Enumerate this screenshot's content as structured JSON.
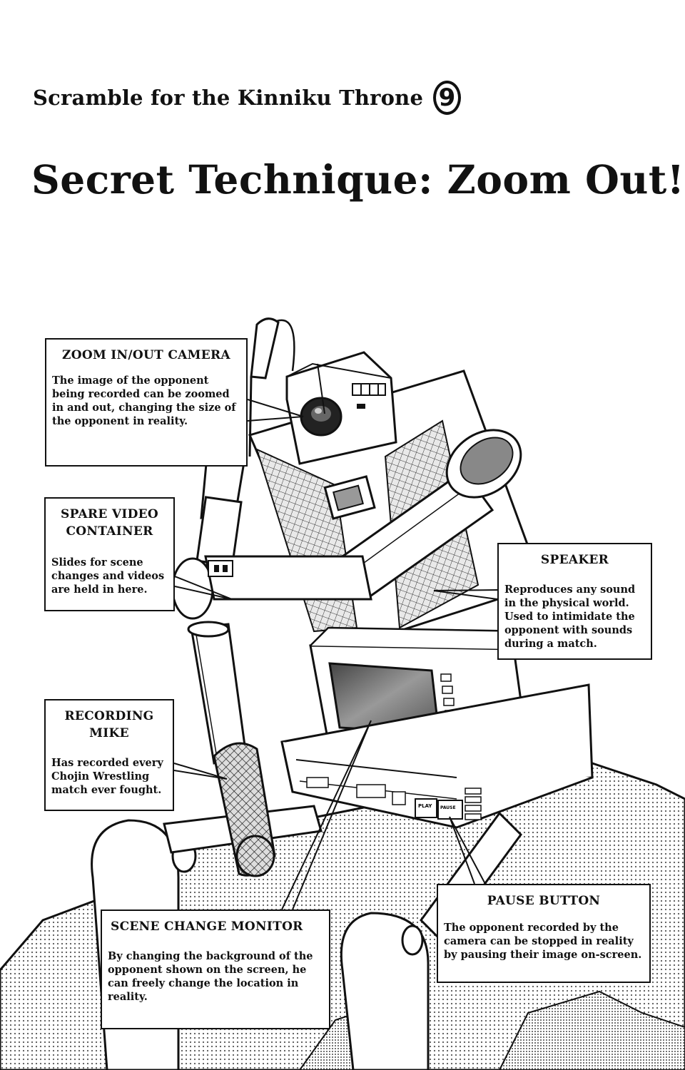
{
  "header": {
    "series_title": "Scramble for the Kinniku Throne",
    "chapter_number": "9",
    "chapter_title": "Secret Technique: Zoom Out!"
  },
  "callouts": [
    {
      "heading": "ZOOM IN/OUT CAMERA",
      "body": "The image of the opponent being recorded can be zoomed in and out, changing the size of the opponent in reality."
    },
    {
      "heading": "SPARE VIDEO CONTAINER",
      "body": "Slides for scene changes and videos are held in here."
    },
    {
      "heading": "SPEAKER",
      "body": "Reproduces any sound in the physical world. Used to intimidate the opponent with sounds during a match."
    },
    {
      "heading": "RECORDING MIKE",
      "body": "Has recorded every Chojin Wrestling match ever fought."
    },
    {
      "heading": "SCENE CHANGE MONITOR",
      "body": "By changing the background of the opponent shown on the screen, he can freely change the location in reality."
    },
    {
      "heading": "PAUSE BUTTON",
      "body": "The opponent recorded by the camera can be stopped in reality by pausing their image on-screen."
    }
  ],
  "device_labels": {
    "play": "PLAY",
    "pause": "PAUSE"
  },
  "colors": {
    "ink": "#111111",
    "paper": "#ffffff",
    "screentone": "#9a9a9a"
  }
}
